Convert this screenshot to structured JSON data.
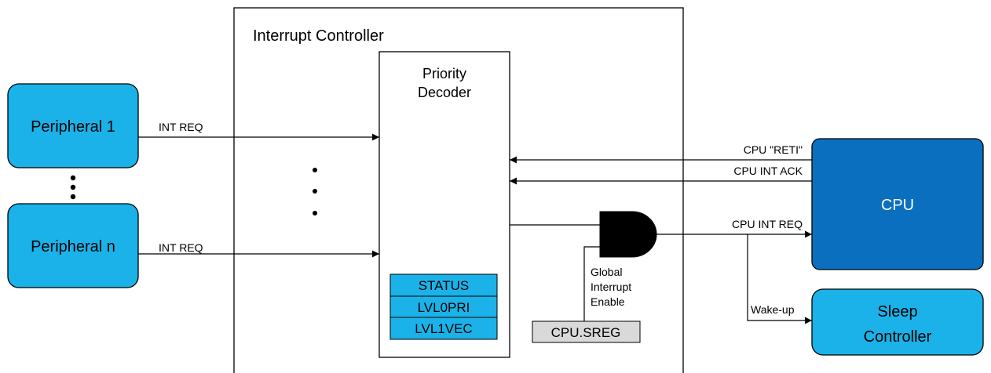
{
  "controller": {
    "title": "Interrupt Controller"
  },
  "decoder": {
    "line1": "Priority",
    "line2": "Decoder"
  },
  "registers": [
    "STATUS",
    "LVL0PRI",
    "LVL1VEC"
  ],
  "peripherals": {
    "first": "Peripheral 1",
    "last": "Peripheral n"
  },
  "signals": {
    "int_req_1": "INT REQ",
    "int_req_n": "INT REQ",
    "cpu_reti": "CPU \"RETI\"",
    "cpu_int_ack": "CPU INT ACK",
    "cpu_int_req": "CPU INT REQ",
    "wake_up": "Wake-up"
  },
  "cpu": {
    "label": "CPU"
  },
  "sleep": {
    "line1": "Sleep",
    "line2": "Controller"
  },
  "sreg": {
    "label": "CPU.SREG"
  },
  "gie": {
    "line1": "Global",
    "line2": "Interrupt",
    "line3": "Enable"
  },
  "colors": {
    "peripheral_fill": "#1ab2e8",
    "cpu_fill": "#0a6fbe",
    "register_fill": "#1ab2e8",
    "sreg_fill": "#d9d9d9"
  }
}
